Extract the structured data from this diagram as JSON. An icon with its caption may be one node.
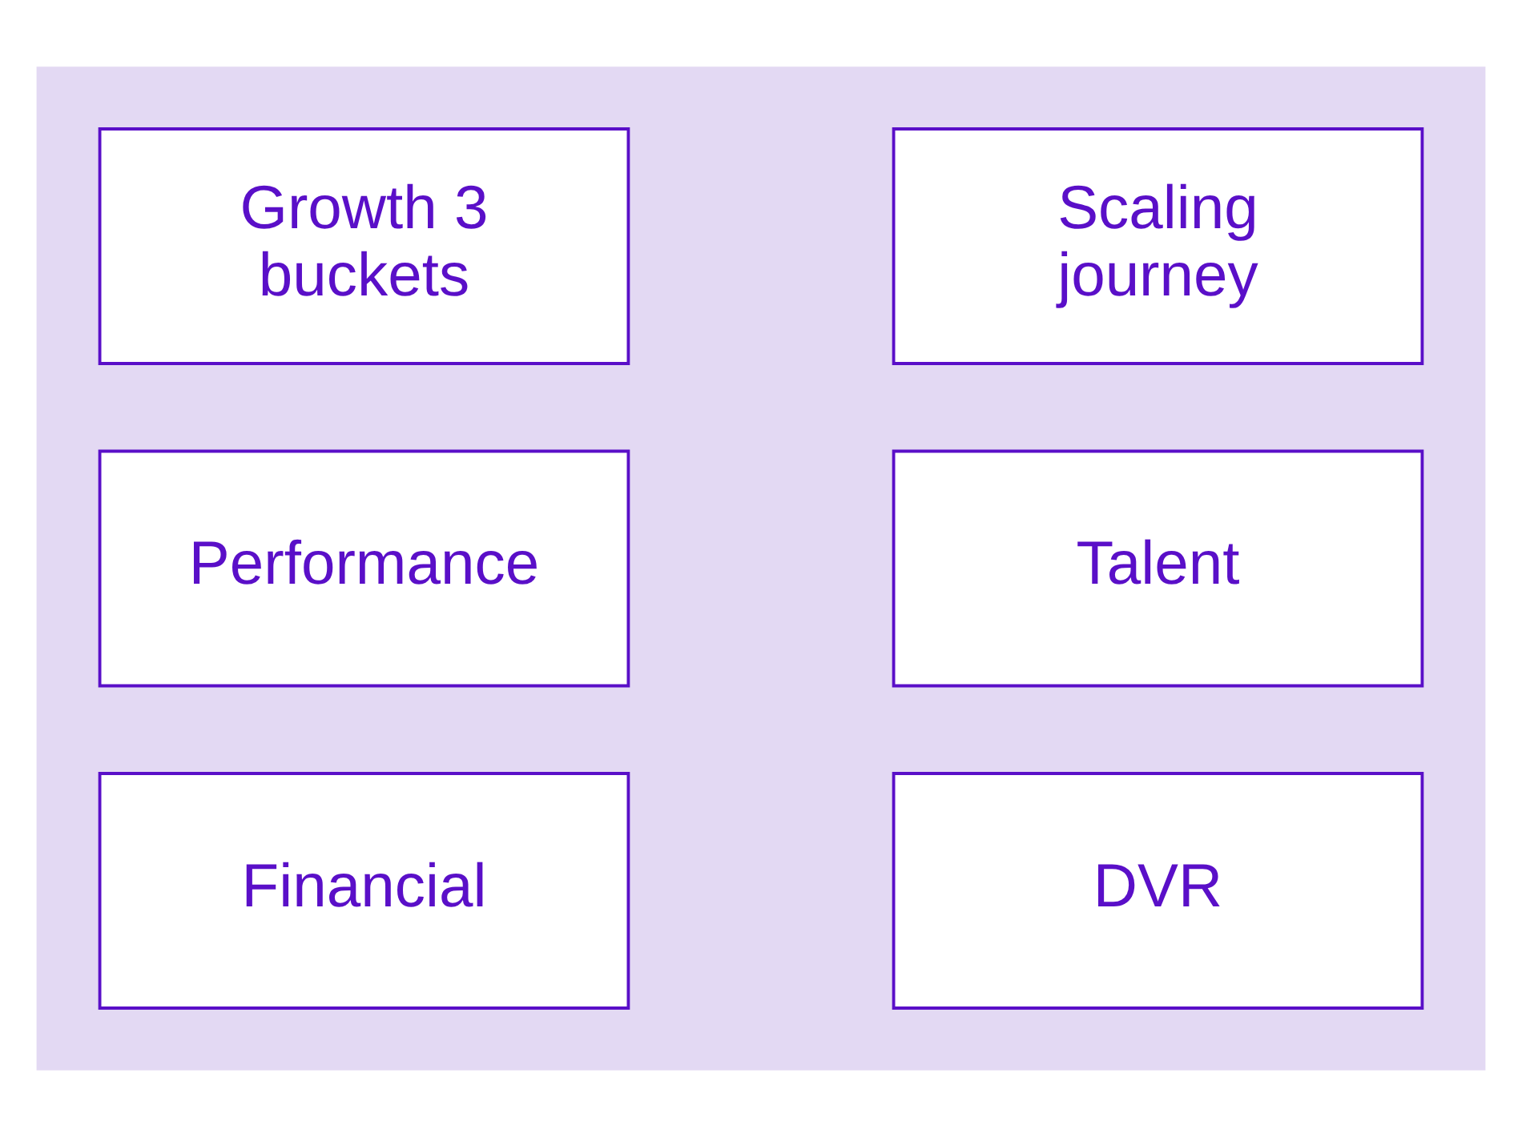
{
  "diagram": {
    "nodes": [
      {
        "text": [],
        "shape": "box"
      },
      {
        "text": [
          "Growth 3 buckets"
        ],
        "in": 0
      },
      {
        "text": [
          "Scaling journey"
        ],
        "in": 0
      },
      {
        "text": [
          "Performance"
        ],
        "in": 0
      },
      {
        "text": [
          "Talent"
        ],
        "in": 0
      },
      {
        "text": [
          "Financial"
        ],
        "in": 0
      },
      {
        "text": [
          "DVR"
        ],
        "in": 0
      }
    ]
  }
}
